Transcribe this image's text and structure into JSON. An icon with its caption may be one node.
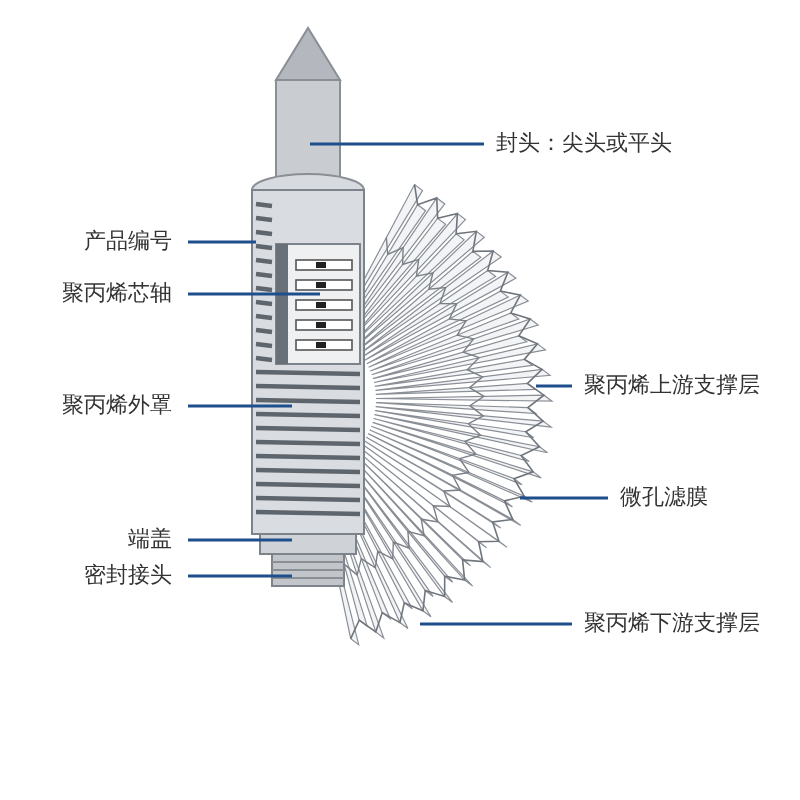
{
  "diagram": {
    "nodes": [
      {
        "text": [
          "封头：尖头或平头"
        ]
      },
      {
        "text": [
          "产品编号"
        ]
      },
      {
        "text": [
          "聚丙烯芯轴"
        ]
      },
      {
        "text": [
          "聚丙烯外罩"
        ]
      },
      {
        "text": [
          "端盖"
        ]
      },
      {
        "text": [
          "密封接头"
        ]
      },
      {
        "text": [
          "聚丙烯上游支撑层"
        ]
      },
      {
        "text": [
          "微孔滤膜"
        ]
      },
      {
        "text": [
          "聚丙烯下游支撑层"
        ]
      }
    ],
    "edges": [
      {
        "from": 0,
        "to": null,
        "arrow": "none"
      },
      {
        "from": 1,
        "to": null,
        "arrow": "none"
      },
      {
        "from": 2,
        "to": null,
        "arrow": "none"
      },
      {
        "from": 3,
        "to": null,
        "arrow": "none"
      },
      {
        "from": 4,
        "to": null,
        "arrow": "none"
      },
      {
        "from": 5,
        "to": null,
        "arrow": "none"
      },
      {
        "from": 6,
        "to": null,
        "arrow": "none"
      },
      {
        "from": 7,
        "to": null,
        "arrow": "none"
      },
      {
        "from": 8,
        "to": null,
        "arrow": "none"
      }
    ]
  }
}
